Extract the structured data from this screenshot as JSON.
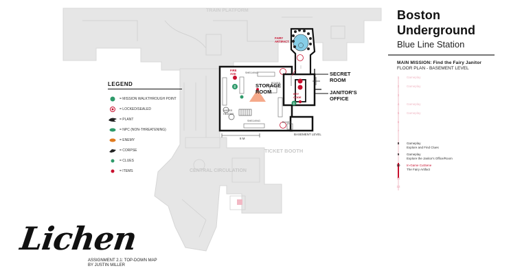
{
  "map": {
    "train_platform": "TRAIN PLATFORM",
    "central_circulation": "CENTRAL CIRCULATION",
    "ticket_booth": "TICKET BOOTH",
    "storage_room": "STORAGE ROOM",
    "secret_room": "SECRET ROOM",
    "janitors_office": "JANITOR'S OFFICE",
    "fairy_artifact": "FAIRY ARTIFACT",
    "fire_axe": "FIRE AXE",
    "key_code": "KEY CODE",
    "shelving": "SHELVING",
    "boxes": "BOXES",
    "water_heater": "WATER HEATER",
    "desk": "DESK",
    "scale_label": "8 M",
    "basement_level": "BASEMENT LEVEL",
    "marker_numbers": [
      "8",
      "9"
    ]
  },
  "legend": {
    "title": "LEGEND",
    "items": [
      {
        "icon": "mission-point-icon",
        "label": "= MISSION WALKTHROUGH POINT"
      },
      {
        "icon": "locked-icon",
        "label": "= LOCKED/SEALED"
      },
      {
        "icon": "plant-icon",
        "label": "= PLANT"
      },
      {
        "icon": "npc-icon",
        "label": "= NPC (NON-THREATENING)"
      },
      {
        "icon": "enemy-icon",
        "label": "= ENEMY"
      },
      {
        "icon": "corpse-icon",
        "label": "= CORPSE"
      },
      {
        "icon": "clue-icon",
        "label": "= CLUES"
      },
      {
        "icon": "item-icon",
        "label": "= ITEMS"
      }
    ]
  },
  "header": {
    "title_line1": "Boston",
    "title_line2": "Underground",
    "subtitle": "Blue Line Station",
    "mission": "MAIN MISSION:  Find the Fairy Janitor",
    "floor": "FLOOR PLAN - BASEMENT LEVEL"
  },
  "timeline": [
    {
      "num": "1",
      "title": "Gameplay",
      "desc": "",
      "state": "faded"
    },
    {
      "num": "2",
      "title": "Gameplay",
      "desc": "",
      "state": "faded"
    },
    {
      "num": "3",
      "title": "",
      "desc": "",
      "state": "faded"
    },
    {
      "num": "4",
      "title": "Gameplay",
      "desc": "",
      "state": "faded"
    },
    {
      "num": "5",
      "title": "Gameplay",
      "desc": "",
      "state": "faded"
    },
    {
      "num": "6",
      "title": "",
      "desc": "",
      "state": "faded"
    },
    {
      "num": "7",
      "title": "",
      "desc": "",
      "state": "faded"
    },
    {
      "num": "8",
      "title": "Gameplay",
      "desc": "Explore and Find Clues",
      "state": "active"
    },
    {
      "num": "9",
      "title": "Gameplay",
      "desc": "Explore the Janitor's Office/Room",
      "state": "active"
    },
    {
      "num": "10",
      "title": "In-Game CutSene",
      "desc": "The Fairy Artifact",
      "state": "active-red"
    },
    {
      "num": "11",
      "title": "",
      "desc": "",
      "state": "faded"
    },
    {
      "num": "12",
      "title": "",
      "desc": "",
      "state": "faded"
    }
  ],
  "brand": "Lichen",
  "assignment_line1": "ASSIGNMENT 2.1: TOP-DOWN MAP",
  "assignment_line2": "BY JUSTIN MILLER",
  "colors": {
    "accent_red": "#c8102e",
    "faded_pink": "#f0b8c4",
    "npc_green": "#2e9a6a",
    "ghost": "#e4e4e4",
    "fairy_blue": "#86cde6"
  }
}
